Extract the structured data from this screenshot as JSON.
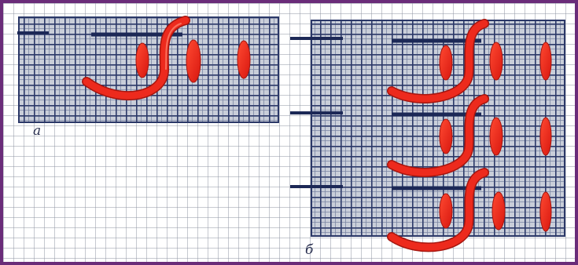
{
  "title": "",
  "colors": {
    "border": "#6a2c79",
    "paper": "#ffffff",
    "grid_fine": "#7d8494",
    "canvas_fill": "#2d3b6a",
    "thread_red": "#e8241b",
    "thread_shadow": "#9a1410"
  },
  "panels": [
    {
      "id": "a",
      "label": "а",
      "stitch_rows": 1,
      "description_free": true
    },
    {
      "id": "b",
      "label": "б",
      "stitch_rows": 3,
      "description_free": true
    }
  ]
}
